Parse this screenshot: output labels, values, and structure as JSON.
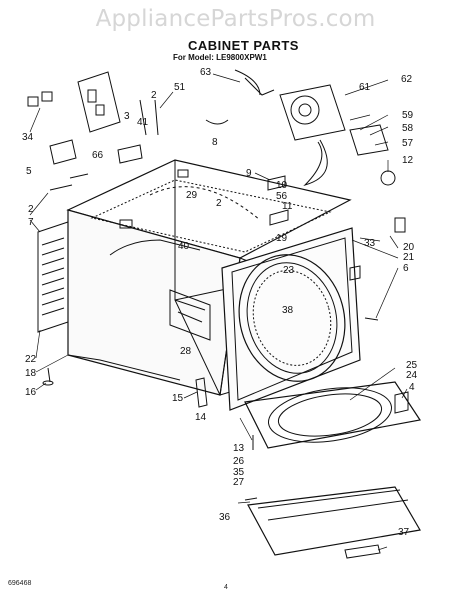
{
  "watermark": "AppliancePartsPros.com",
  "title": "CABINET PARTS",
  "subtitle": "For Model: LE9800XPW1",
  "footer": {
    "code": "696468",
    "page": "4"
  },
  "callouts": [
    "63",
    "51",
    "62",
    "61",
    "34",
    "2",
    "41",
    "3",
    "59",
    "58",
    "66",
    "57",
    "8",
    "12",
    "5",
    "9",
    "10",
    "56",
    "29",
    "2",
    "11",
    "7",
    "40",
    "19",
    "33",
    "20",
    "21",
    "23",
    "6",
    "38",
    "22",
    "18",
    "28",
    "16",
    "25",
    "24",
    "4",
    "15",
    "13",
    "14",
    "26",
    "35",
    "27",
    "36",
    "37",
    "2"
  ]
}
